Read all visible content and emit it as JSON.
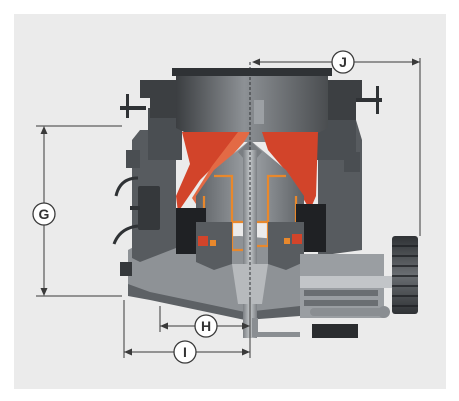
{
  "diagram": {
    "labels": {
      "g": "G",
      "h": "H",
      "i": "I",
      "j": "J"
    },
    "colors": {
      "background": "#ebebeb",
      "dark_steel": "#3c3f42",
      "mid_steel": "#6d7175",
      "light_steel": "#a7abaf",
      "pale_steel": "#c9ccce",
      "liner_red": "#d2442a",
      "oil_orange": "#e8882c",
      "dimension_line": "#3a3a3a",
      "label_circle": "#ffffff"
    }
  }
}
